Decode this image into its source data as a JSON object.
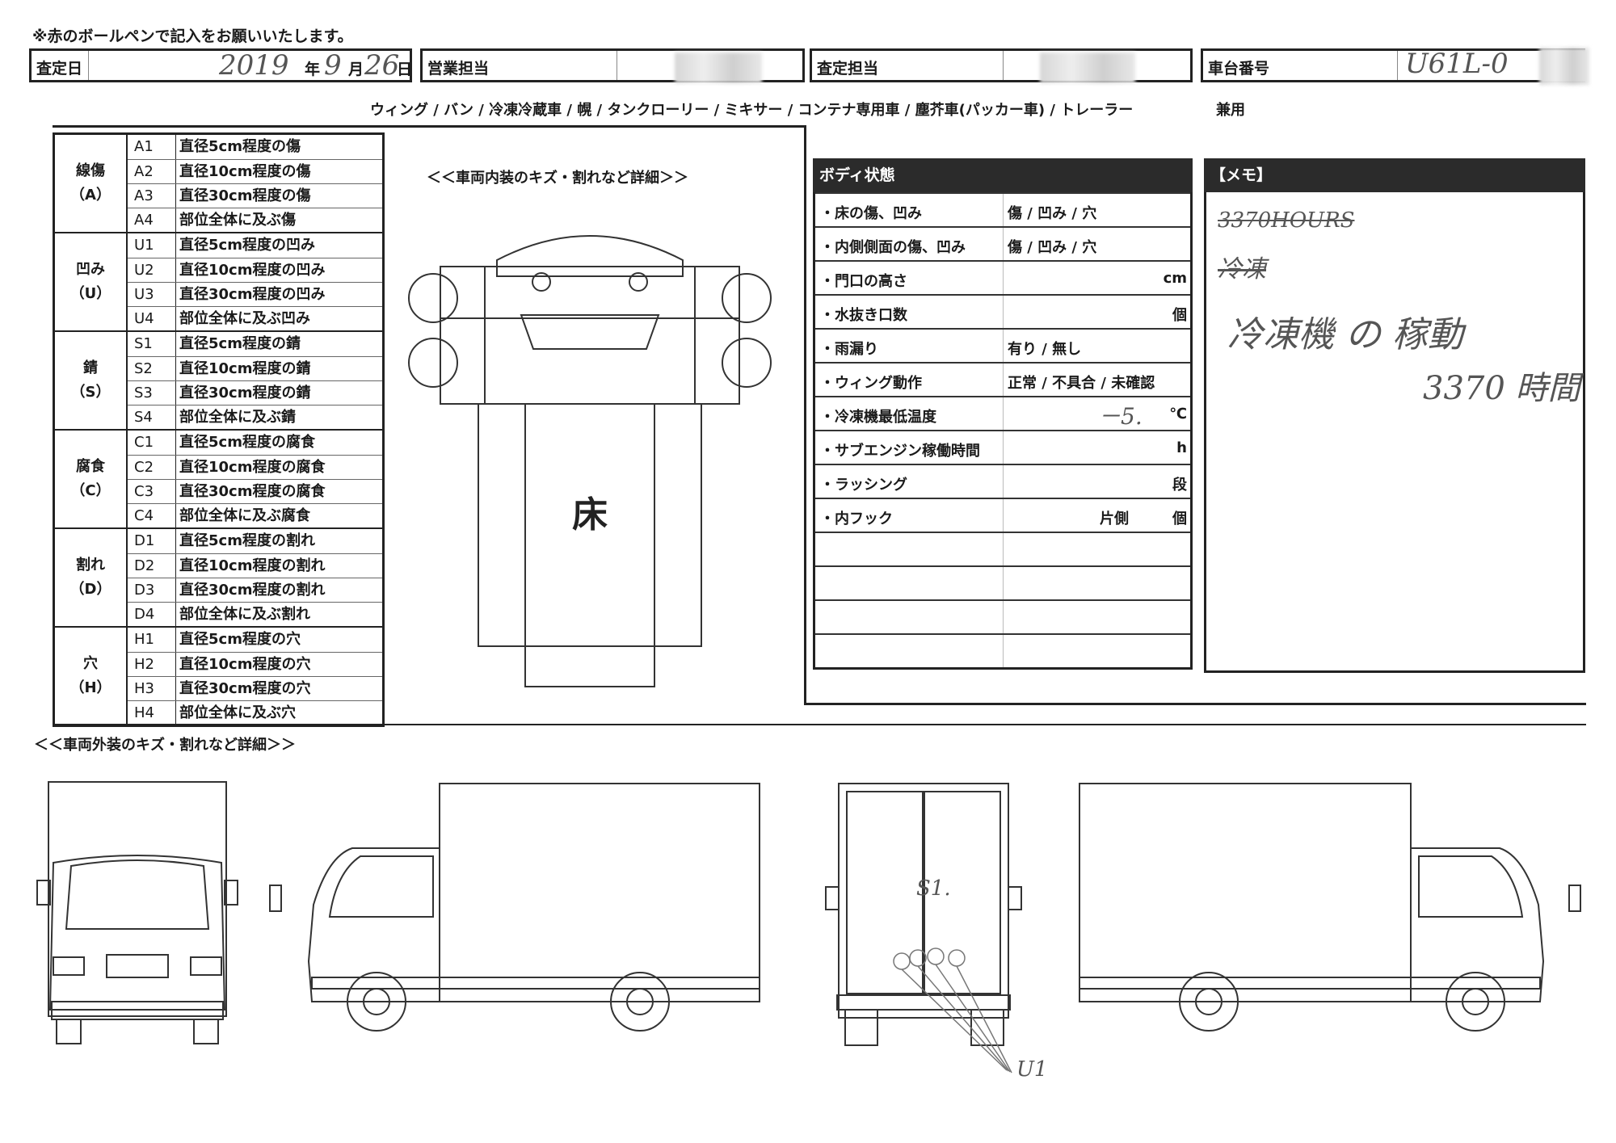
{
  "instruction_note": "※赤のボールペンで記入をお願いいたします。",
  "header": {
    "assessment_date_label": "査定日",
    "date_year": "2019",
    "date_year_unit": "年",
    "date_month": "9",
    "date_month_unit": "月",
    "date_day": "26",
    "date_day_unit": "日",
    "sales_rep_label": "営業担当",
    "assessor_label": "査定担当",
    "chassis_label": "車台番号",
    "chassis_value": "U61L-0"
  },
  "vehicle_types": "ウィング / バン / 冷凍冷蔵車 / 幌 / タンクローリー / ミキサー / コンテナ専用車 / 塵芥車(パッカー車) / トレーラー",
  "vehicle_types_suffix": "兼用",
  "legend": [
    {
      "name": "線傷",
      "code": "（A）",
      "rows": [
        {
          "code": "A1",
          "desc": "直径5cm程度の傷"
        },
        {
          "code": "A2",
          "desc": "直径10cm程度の傷"
        },
        {
          "code": "A3",
          "desc": "直径30cm程度の傷"
        },
        {
          "code": "A4",
          "desc": "部位全体に及ぶ傷"
        }
      ]
    },
    {
      "name": "凹み",
      "code": "（U）",
      "rows": [
        {
          "code": "U1",
          "desc": "直径5cm程度の凹み"
        },
        {
          "code": "U2",
          "desc": "直径10cm程度の凹み"
        },
        {
          "code": "U3",
          "desc": "直径30cm程度の凹み"
        },
        {
          "code": "U4",
          "desc": "部位全体に及ぶ凹み"
        }
      ]
    },
    {
      "name": "錆",
      "code": "（S）",
      "rows": [
        {
          "code": "S1",
          "desc": "直径5cm程度の錆"
        },
        {
          "code": "S2",
          "desc": "直径10cm程度の錆"
        },
        {
          "code": "S3",
          "desc": "直径30cm程度の錆"
        },
        {
          "code": "S4",
          "desc": "部位全体に及ぶ錆"
        }
      ]
    },
    {
      "name": "腐食",
      "code": "（C）",
      "rows": [
        {
          "code": "C1",
          "desc": "直径5cm程度の腐食"
        },
        {
          "code": "C2",
          "desc": "直径10cm程度の腐食"
        },
        {
          "code": "C3",
          "desc": "直径30cm程度の腐食"
        },
        {
          "code": "C4",
          "desc": "部位全体に及ぶ腐食"
        }
      ]
    },
    {
      "name": "割れ",
      "code": "（D）",
      "rows": [
        {
          "code": "D1",
          "desc": "直径5cm程度の割れ"
        },
        {
          "code": "D2",
          "desc": "直径10cm程度の割れ"
        },
        {
          "code": "D3",
          "desc": "直径30cm程度の割れ"
        },
        {
          "code": "D4",
          "desc": "部位全体に及ぶ割れ"
        }
      ]
    },
    {
      "name": "穴",
      "code": "（H）",
      "rows": [
        {
          "code": "H1",
          "desc": "直径5cm程度の穴"
        },
        {
          "code": "H2",
          "desc": "直径10cm程度の穴"
        },
        {
          "code": "H3",
          "desc": "直径30cm程度の穴"
        },
        {
          "code": "H4",
          "desc": "部位全体に及ぶ穴"
        }
      ]
    }
  ],
  "interior_caption": "＜＜車両内装のキズ・割れなど詳細＞＞",
  "floor_label": "床",
  "body_status": {
    "title": "ボディ状態",
    "rows": [
      {
        "label": "・床の傷、凹み",
        "value": "傷 / 凹み / 穴",
        "unit": ""
      },
      {
        "label": "・内側側面の傷、凹み",
        "value": "傷 / 凹み / 穴",
        "unit": ""
      },
      {
        "label": "・門口の高さ",
        "value": "",
        "unit": "cm"
      },
      {
        "label": "・水抜き口数",
        "value": "",
        "unit": "個"
      },
      {
        "label": "・雨漏り",
        "value": "有り / 無し",
        "unit": ""
      },
      {
        "label": "・ウィング動作",
        "value": "正常 / 不具合 / 未確認",
        "unit": ""
      },
      {
        "label": "・冷凍機最低温度",
        "value": "－5.",
        "unit": "℃"
      },
      {
        "label": "・サブエンジン稼働時間",
        "value": "",
        "unit": "h"
      },
      {
        "label": "・ラッシング",
        "value": "",
        "unit": "段"
      },
      {
        "label": "・内フック",
        "value": "片側",
        "unit": "個"
      },
      {
        "label": "",
        "value": "",
        "unit": ""
      },
      {
        "label": "",
        "value": "",
        "unit": ""
      },
      {
        "label": "",
        "value": "",
        "unit": ""
      },
      {
        "label": "",
        "value": "",
        "unit": ""
      }
    ]
  },
  "memo": {
    "title": "【メモ】",
    "strike1": "3370HOURS",
    "strike2": "冷凍",
    "line1": "冷凍機 の 稼動",
    "line2": "3370 時間"
  },
  "exterior_caption": "＜＜車両外装のキズ・割れなど詳細＞＞",
  "annotations": {
    "rear_mark": "S1.",
    "dent_mark": "U1"
  }
}
